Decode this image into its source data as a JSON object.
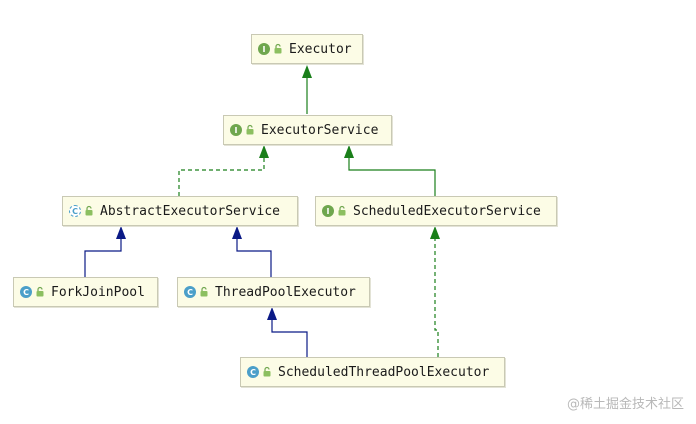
{
  "diagram": {
    "nodes": {
      "executor": {
        "kind": "I",
        "label": "Executor"
      },
      "executor_service": {
        "kind": "I",
        "label": "ExecutorService"
      },
      "abstract_executor_service": {
        "kind": "C",
        "label": "AbstractExecutorService"
      },
      "scheduled_executor_service": {
        "kind": "I",
        "label": "ScheduledExecutorService"
      },
      "fork_join_pool": {
        "kind": "C",
        "label": "ForkJoinPool"
      },
      "thread_pool_executor": {
        "kind": "C",
        "label": "ThreadPoolExecutor"
      },
      "scheduled_thread_pool_executor": {
        "kind": "C",
        "label": "ScheduledThreadPoolExecutor"
      }
    },
    "edges": [
      {
        "from": "executor_service",
        "to": "executor",
        "type": "extends",
        "color": "#1a7f1a"
      },
      {
        "from": "abstract_executor_service",
        "to": "executor_service",
        "type": "implements",
        "color": "#1a7f1a"
      },
      {
        "from": "scheduled_executor_service",
        "to": "executor_service",
        "type": "extends",
        "color": "#1a7f1a"
      },
      {
        "from": "fork_join_pool",
        "to": "abstract_executor_service",
        "type": "extends",
        "color": "#0b1a86"
      },
      {
        "from": "thread_pool_executor",
        "to": "abstract_executor_service",
        "type": "extends",
        "color": "#0b1a86"
      },
      {
        "from": "scheduled_thread_pool_executor",
        "to": "thread_pool_executor",
        "type": "extends",
        "color": "#0b1a86"
      },
      {
        "from": "scheduled_thread_pool_executor",
        "to": "scheduled_executor_service",
        "type": "implements",
        "color": "#1a7f1a"
      }
    ],
    "icons": {
      "interface": "interface-icon",
      "class": "class-icon",
      "abstract": "abstract-class-icon",
      "access": "lock-icon"
    }
  },
  "watermark": "@稀土掘金技术社区"
}
